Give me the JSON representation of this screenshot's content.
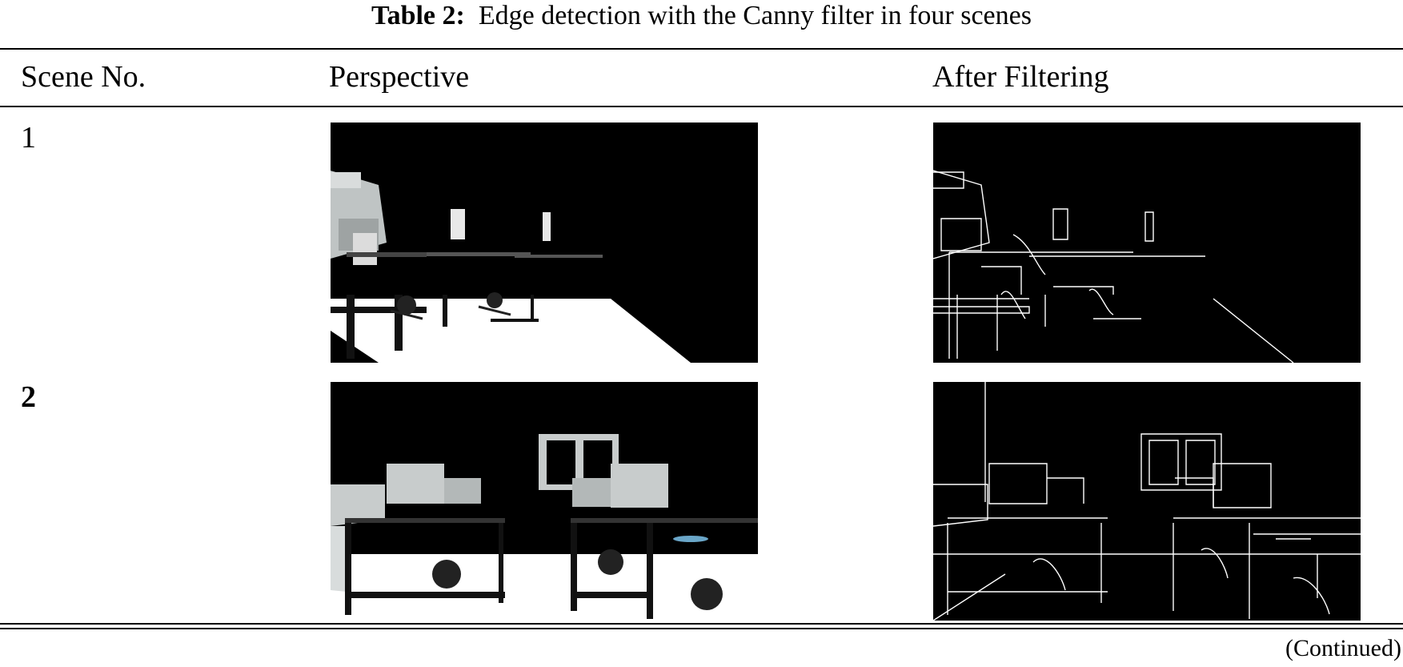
{
  "table": {
    "caption_label": "Table 2:",
    "caption_text": "Edge detection with the Canny filter in four scenes",
    "headers": {
      "scene_no": "Scene No.",
      "perspective": "Perspective",
      "after_filtering": "After Filtering"
    },
    "rows": [
      {
        "scene": "1"
      },
      {
        "scene": "2"
      }
    ],
    "footer": "(Continued)"
  }
}
